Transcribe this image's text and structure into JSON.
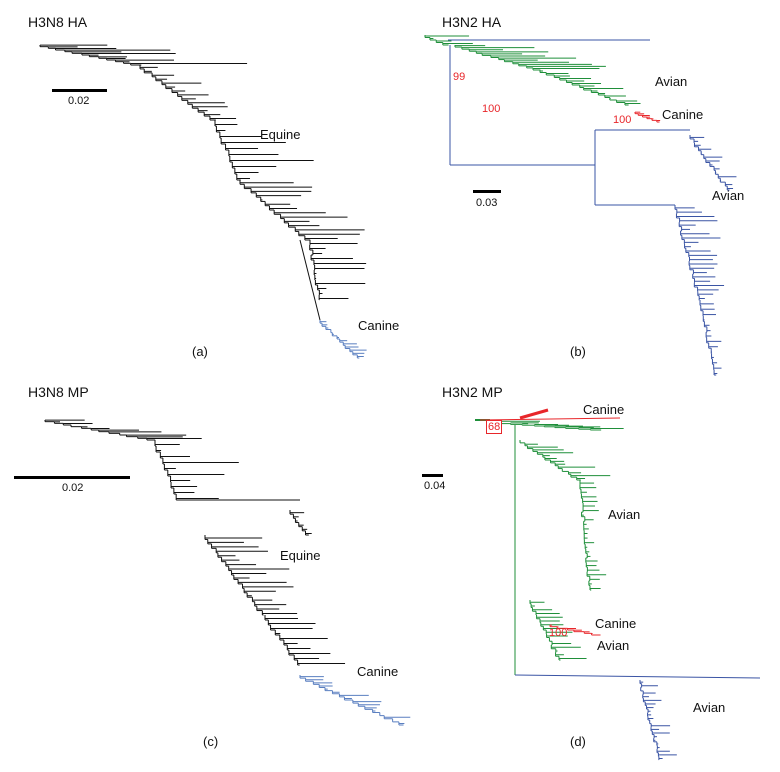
{
  "colors": {
    "black": "#111111",
    "blue": "#3a54a4",
    "green": "#1f8f3a",
    "red": "#e8262a",
    "lightblue": "#5a7fc0"
  },
  "panels": {
    "a": {
      "title": "H3N8 HA",
      "scale": "0.02",
      "labels": [
        "Equine",
        "Canine"
      ],
      "caption": "(a)"
    },
    "b": {
      "title": "H3N2 HA",
      "scale": "0.03",
      "labels": [
        "Avian",
        "Canine",
        "Avian"
      ],
      "bootstrap": [
        "99",
        "100",
        "100"
      ],
      "caption": "(b)"
    },
    "c": {
      "title": "H3N8 MP",
      "scale": "0.02",
      "labels": [
        "Equine",
        "Canine"
      ],
      "caption": "(c)"
    },
    "d": {
      "title": "H3N2 MP",
      "scale": "0.04",
      "labels": [
        "Canine",
        "Avian",
        "Canine",
        "Avian",
        "Avian"
      ],
      "bootstrap": [
        "68",
        "100"
      ],
      "caption": "(d)"
    }
  }
}
